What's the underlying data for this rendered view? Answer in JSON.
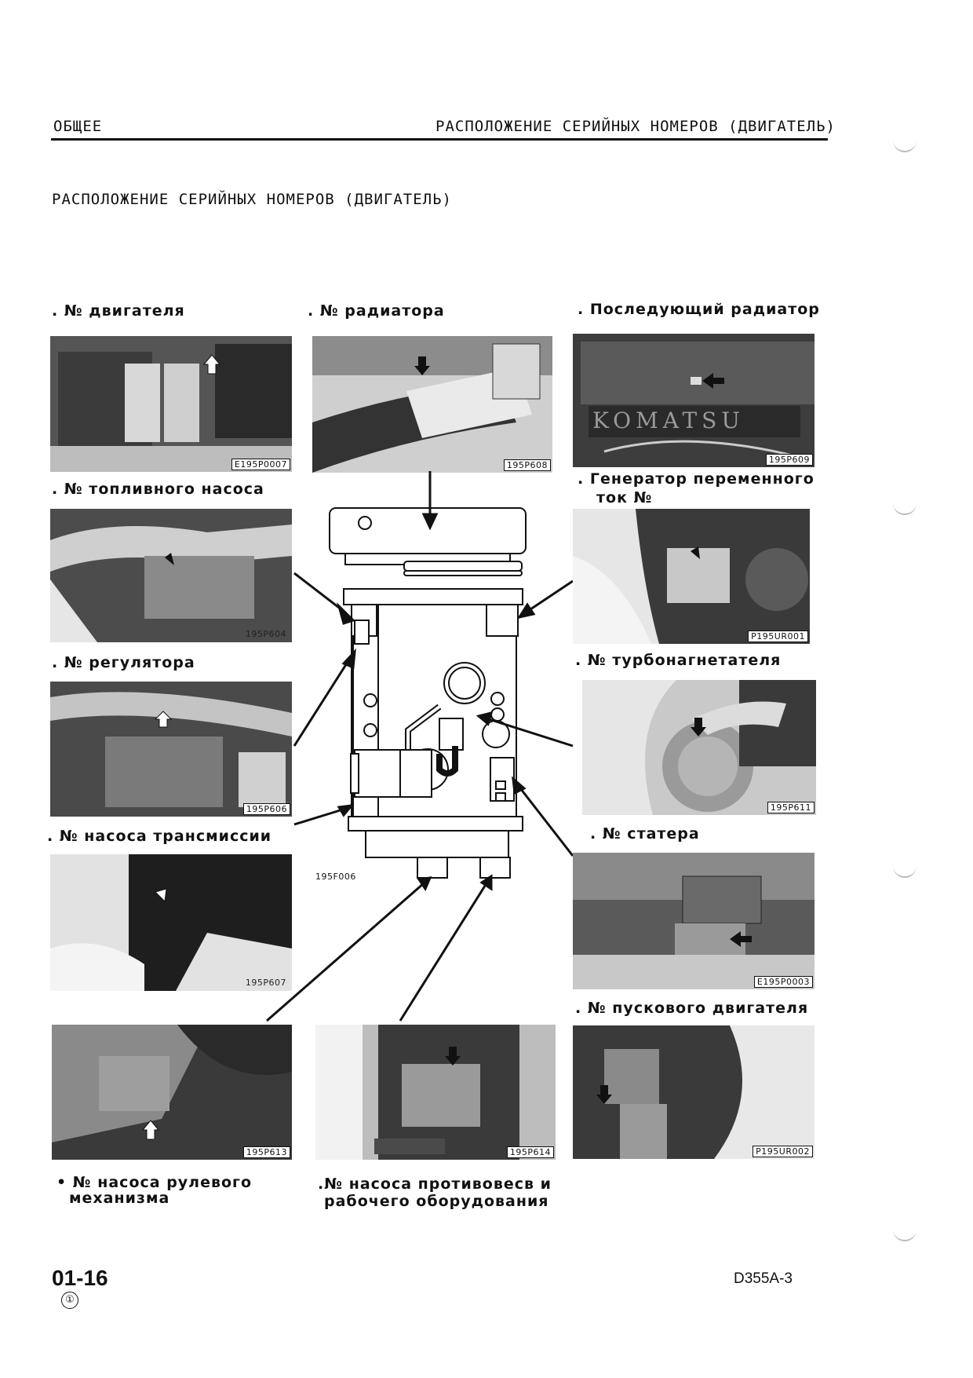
{
  "header": {
    "left": "ОБЩЕЕ",
    "right": "РАСПОЛОЖЕНИЕ СЕРИЙНЫХ НОМЕРОВ (ДВИГАТЕЛЬ)"
  },
  "title": "РАСПОЛОЖЕНИЕ СЕРИЙНЫХ НОМЕРОВ (ДВИГАТЕЛЬ)",
  "photos": {
    "engine": {
      "caption": ". № двигателя",
      "code": "E195P0007"
    },
    "radiator": {
      "caption": ". № радиатора",
      "code": "195P608"
    },
    "aftercooler": {
      "caption": ". Последующий радиатор",
      "code": "195P609"
    },
    "fuel_pump": {
      "caption": ". № топливного насоса",
      "code": "195P604"
    },
    "alternator": {
      "caption_line1": ". Генератор переменного",
      "caption_line2": "ток №",
      "code": "P195UR001"
    },
    "governor": {
      "caption": ". № регулятора",
      "code": "195P606"
    },
    "turbo": {
      "caption": ". № турбонагнетателя",
      "code": "195P611"
    },
    "transmission_pump": {
      "caption": ". № насоса трансмиссии",
      "code": "195P607"
    },
    "starter": {
      "caption": ". № статера",
      "code": "E195P0003"
    },
    "pony_engine": {
      "caption": ". № пускового двигателя",
      "code": "P195UR002"
    },
    "steering_pump": {
      "caption_line1": "• № насоса рулевого",
      "caption_line2": "механизма",
      "code": "195P613"
    },
    "counterweight_pump": {
      "caption_line1": ".№ насоса противовесв и",
      "caption_line2": "рабочего оборудования",
      "code": "195P614"
    }
  },
  "diagram": {
    "code": "195F006"
  },
  "footer": {
    "page_number": "01-16",
    "revision": "①",
    "model": "D355A-3"
  }
}
